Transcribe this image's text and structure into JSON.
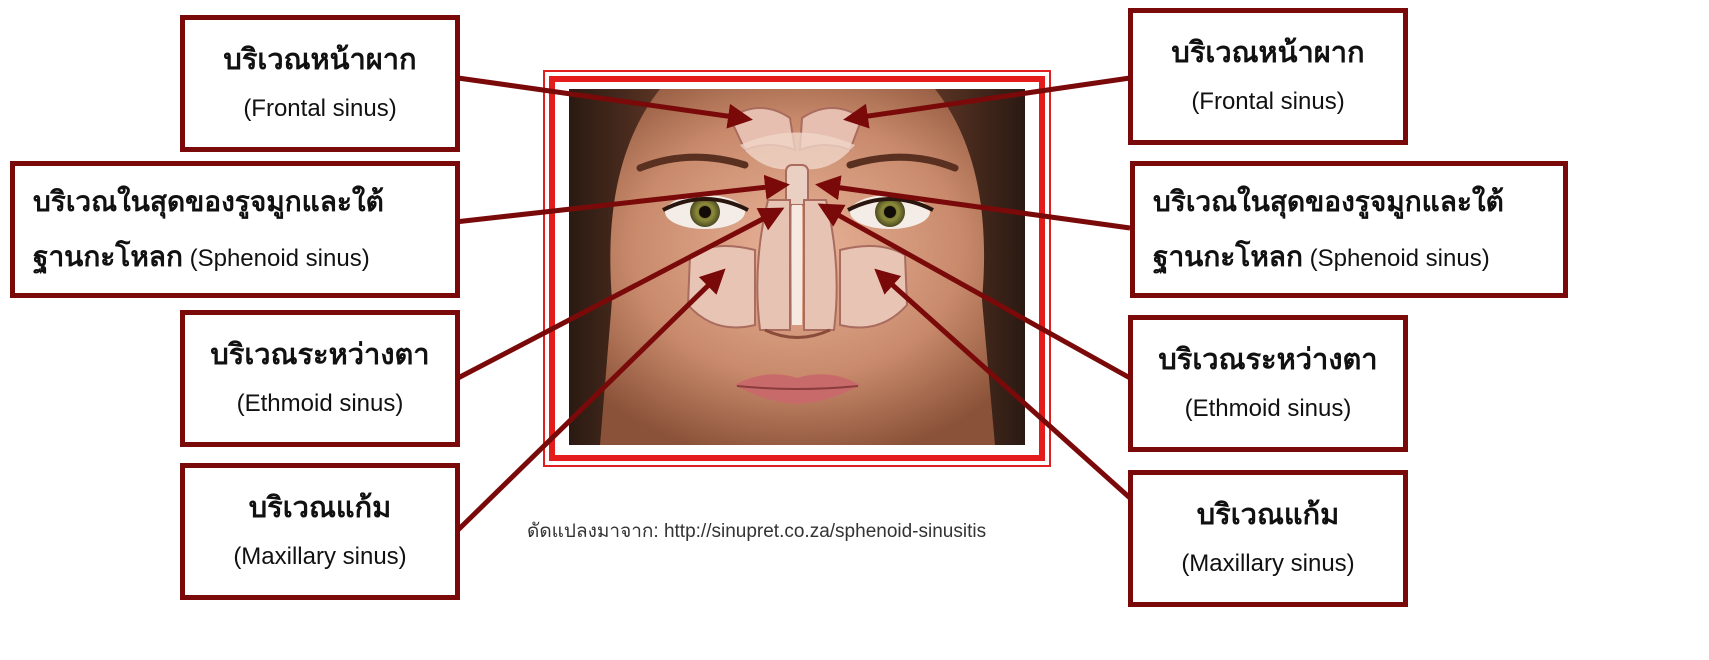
{
  "labels": {
    "frontal": {
      "thai": "บริเวณหน้าผาก",
      "latin": "(Frontal sinus)"
    },
    "sphenoid": {
      "thai": "บริเวณในสุดของรูจมูกและใต้",
      "thai2": "ฐานกะโหลก",
      "latin": "(Sphenoid sinus)"
    },
    "ethmoid": {
      "thai": "บริเวณระหว่างตา",
      "latin": "(Ethmoid sinus)"
    },
    "maxillary": {
      "thai": "บริเวณแก้ม",
      "latin": "(Maxillary sinus)"
    }
  },
  "source_note": "ดัดแปลงมาจาก: http://sinupret.co.za/sphenoid-sinusitis",
  "colors": {
    "box_border": "#7a0a0a",
    "arrow": "#7a0a0a",
    "frame": "#e51c1c"
  }
}
